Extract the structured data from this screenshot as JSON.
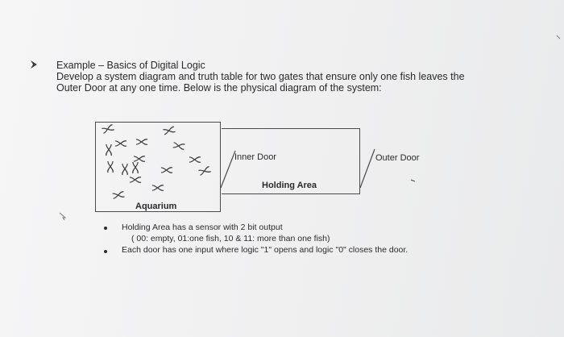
{
  "content": {
    "heading": "Example – Basics of Digital Logic",
    "description_1": "Develop a system diagram and truth table for two gates that ensure only one fish leaves the",
    "description_2": "Outer Door at any one time.  Below is the physical diagram of the system:"
  },
  "diagram": {
    "inner_door": "Inner Door",
    "outer_door": "Outer Door",
    "holding_area": "Holding Area",
    "aquarium": "Aquarium",
    "fish_symbol": "fish-icon"
  },
  "bullets": {
    "sensor": "Holding Area has a sensor with 2 bit output",
    "sensor_detail": "( 00: empty,  01:one fish,  10 & 11: more than one fish)",
    "door_input": "Each door has one input where logic \"1\" opens and logic \"0\" closes the door."
  },
  "colors": {
    "text": "#2a2a2a",
    "lines": "#4a4a4a",
    "background": "#f0f0f1"
  }
}
